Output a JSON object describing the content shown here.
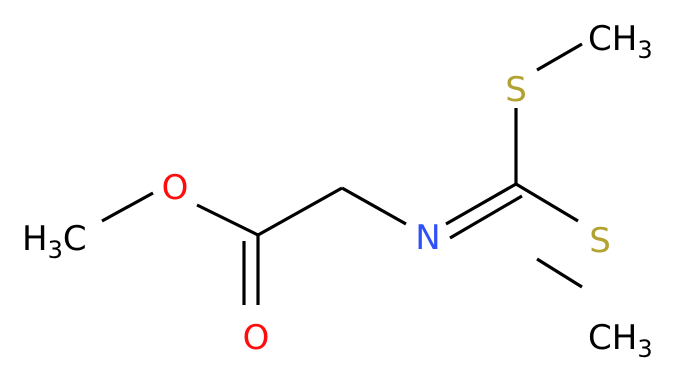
{
  "molecule": {
    "atoms": {
      "oxygen_ester": "O",
      "oxygen_carbonyl": "O",
      "nitrogen": "N",
      "sulfur_top": "S",
      "sulfur_bottom": "S",
      "methyl_left": {
        "main": "H",
        "sub": "3",
        "tail": "C"
      },
      "methyl_top": {
        "main": "CH",
        "sub": "3"
      },
      "methyl_bottom": {
        "main": "CH",
        "sub": "3"
      }
    },
    "colors": {
      "bond": "#000000",
      "oxygen": "#ff0d0d",
      "nitrogen": "#3050f8",
      "sulfur": "#b2a22f",
      "carbon": "#000000",
      "background": "#ffffff"
    }
  }
}
